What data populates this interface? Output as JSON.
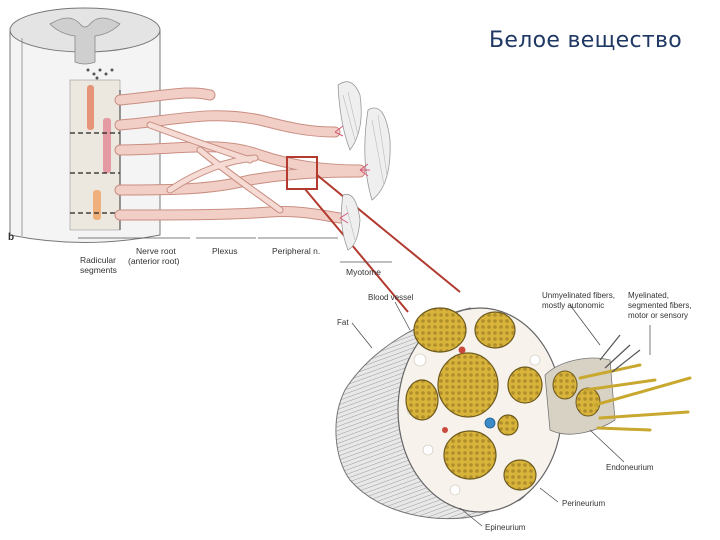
{
  "slide": {
    "title": "Белое вещество"
  },
  "upper_figure": {
    "panel_letter": "b",
    "labels": {
      "radicular_line1": "Radicular",
      "radicular_line2": "segments",
      "nerve_root_line1": "Nerve root",
      "nerve_root_line2": "(anterior root)",
      "plexus": "Plexus",
      "peripheral": "Peripheral n.",
      "myotome": "Myotome"
    }
  },
  "lower_figure": {
    "labels": {
      "blood_vessel": "Blood vessel",
      "fat": "Fat",
      "unmyelinated_line1": "Unmyelinated fibers,",
      "unmyelinated_line2": "mostly autonomic",
      "myelinated_line1": "Myelinated,",
      "myelinated_line2": "segmented fibers,",
      "myelinated_line3": "motor or sensory",
      "endoneurium": "Endoneurium",
      "perineurium": "Perineurium",
      "epineurium": "Epineurium"
    }
  },
  "colors": {
    "title": "#1f3864",
    "nerve_fill": "#f2cfc6",
    "nerve_stroke": "#c98e82",
    "highlight_box": "#b23a2e",
    "fascicle_fill": "#d8b43a",
    "fascicle_dot": "#a8862a",
    "cord_gray": "#d9d9d9"
  }
}
